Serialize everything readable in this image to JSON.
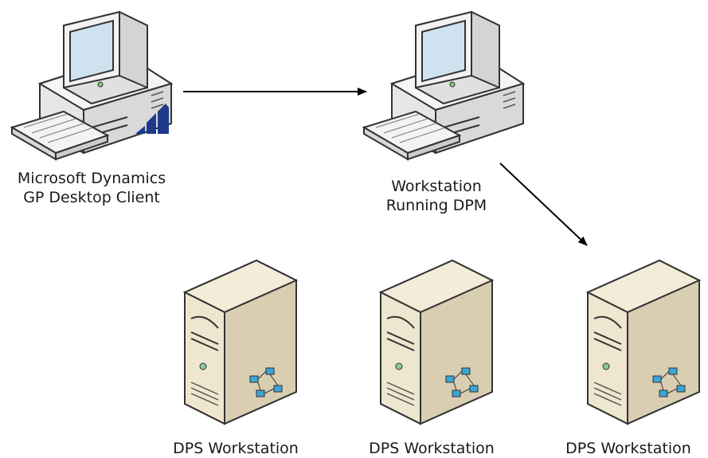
{
  "nodes": {
    "gp_client": {
      "label_line1": "Microsoft Dynamics",
      "label_line2": "GP Desktop Client",
      "icon": "desktop-computer-icon",
      "badge": "dynamics-logo-icon"
    },
    "dpm_workstation": {
      "label_line1": "Workstation",
      "label_line2": "Running DPM",
      "icon": "desktop-computer-icon"
    },
    "dps_1": {
      "label": "DPS Workstation",
      "icon": "server-tower-icon"
    },
    "dps_2": {
      "label": "DPS Workstation",
      "icon": "server-tower-icon"
    },
    "dps_3": {
      "label": "DPS Workstation",
      "icon": "server-tower-icon"
    }
  },
  "edges": [
    {
      "from": "gp_client",
      "to": "dpm_workstation"
    },
    {
      "from": "dpm_workstation",
      "to": "dps_3"
    }
  ],
  "colors": {
    "text": "#1a1a1a",
    "edge": "#000000",
    "computer_body": "#f1f1f1",
    "computer_outline": "#3a3a3a",
    "screen": "#cfe2ef",
    "server_body": "#ece3cc",
    "server_outline": "#3a3a3a",
    "dynamics_logo": "#1f3a8a"
  }
}
